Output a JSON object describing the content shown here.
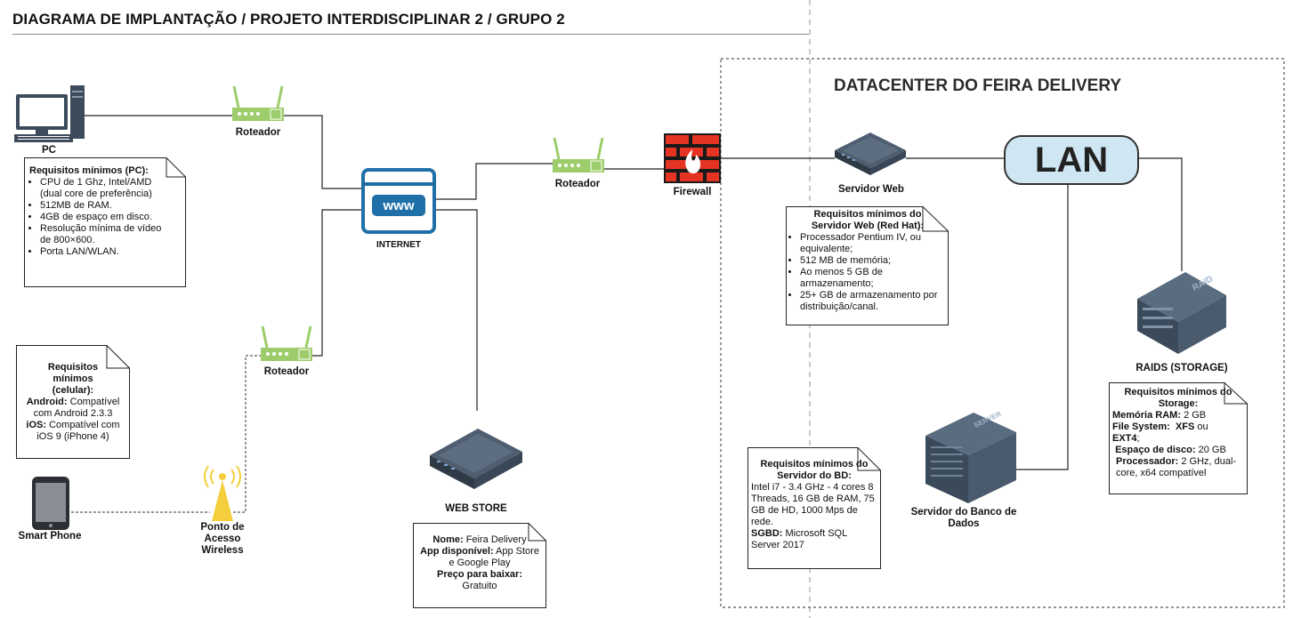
{
  "title": "DIAGRAMA DE IMPLANTAÇÃO / PROJETO INTERDISCIPLINAR 2 / GRUPO 2",
  "datacenter": {
    "title": "DATACENTER DO FEIRA DELIVERY"
  },
  "nodes": {
    "pc": "PC",
    "router_1": "Roteador",
    "router_2": "Roteador",
    "router_3": "Roteador",
    "internet": "INTERNET",
    "firewall": "Firewall",
    "web_server": "Servidor Web",
    "lan": "LAN",
    "raids": "RAIDS (STORAGE)",
    "db_server": "Servidor do Banco de Dados",
    "web_store": "WEB STORE",
    "smartphone": "Smart Phone",
    "access_point": "Ponto de Acesso Wireless"
  },
  "notes": {
    "pc": {
      "title": "Requisitos mínimos (PC):",
      "items": [
        "CPU de 1 Ghz, Intel/AMD (dual core de preferência)",
        "512MB de RAM.",
        "4GB de espaço em disco.",
        "Resolução mínima de vídeo de 800×600.",
        "Porta LAN/WLAN."
      ]
    },
    "phone": {
      "title": "Requisitos mínimos (celular):",
      "android_label": "Android:",
      "android_value": "Compatível com Android 2.3.3",
      "ios_label": "iOS:",
      "ios_value": "Compatível com iOS 9 (iPhone 4)"
    },
    "web_server": {
      "title": "Requisitos mínimos do Servidor Web (Red Hat):",
      "items": [
        "Processador Pentium IV, ou equivalente;",
        "512 MB de memória;",
        "Ao menos 5 GB de armazenamento;",
        "25+ GB de armazenamento por distribuição/canal."
      ]
    },
    "db": {
      "title": "Requisitos mínimos do Servidor do BD:",
      "specs": "Intel i7 - 3.4 GHz - 4 cores 8 Threads, 16 GB de RAM, 75 GB de HD, 1000 Mps de rede.",
      "sgbd_label": "SGBD:",
      "sgbd_value": "Microsoft SQL Server 2017"
    },
    "storage": {
      "title": "Requisitos mínimos do Storage:",
      "ram_label": "Memória RAM:",
      "ram_value": "2 GB",
      "fs_label": "File System:",
      "fs_xfs": "XFS",
      "fs_or": "ou",
      "fs_ext4": "EXT4",
      "fs_end": ";",
      "disk_label": "Espaço de disco:",
      "disk_value": "20 GB",
      "cpu_label": "Processador:",
      "cpu_value": "2 GHz, dual-core, x64 compatível"
    },
    "webstore": {
      "name_label": "Nome:",
      "name_value": "Feira Delivery",
      "app_label": "App disponível:",
      "app_value": "App Store e Google Play",
      "price_label": "Preço para baixar:",
      "price_value": "Gratuito"
    }
  },
  "icon_text": {
    "www": "www",
    "raid": "RAID",
    "server": "SERVER"
  },
  "colors": {
    "router_green": "#9ccd6a",
    "lan_fill": "#cfe6f3",
    "firewall_red": "#e53424",
    "internet_blue": "#1f6fa8",
    "access_point_yellow": "#f4ce3c",
    "device_dark": "#3d4b5c"
  }
}
